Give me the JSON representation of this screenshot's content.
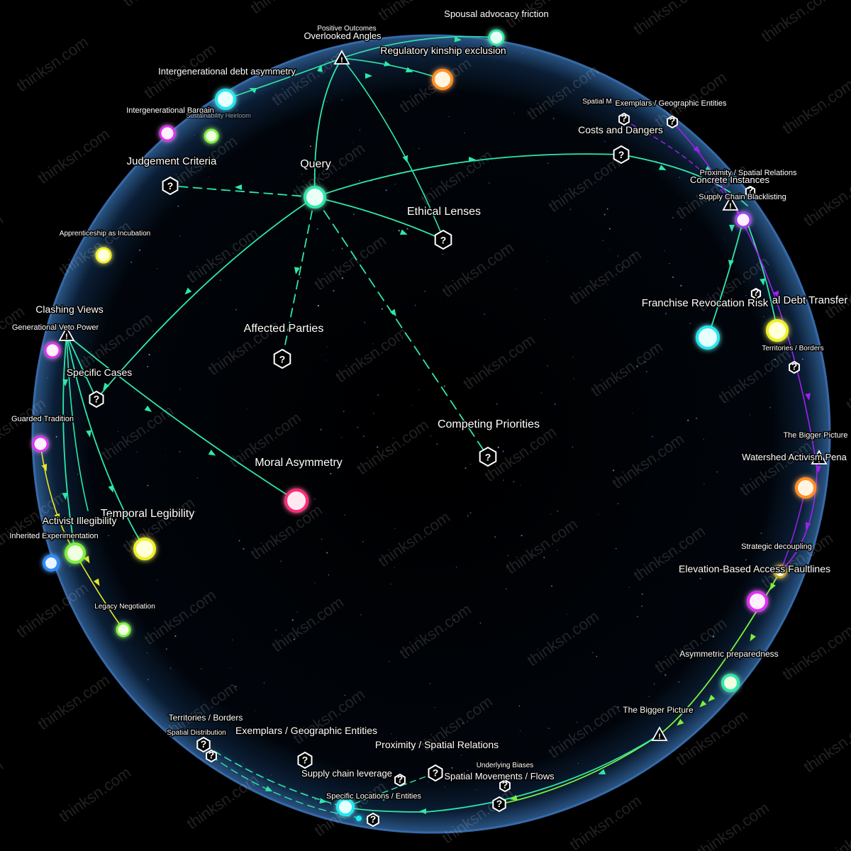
{
  "watermark": "thinksn.com",
  "colors": {
    "background": "#000000",
    "sphere_edge": "#3a6fb0",
    "link_cyan": "#2ee8a8",
    "link_purple": "#a020f0",
    "link_yellow": "#e8e820",
    "link_green": "#7cf03a"
  },
  "labels": {
    "query": "Query",
    "judgement_criteria": "Judgement Criteria",
    "ethical_lenses": "Ethical Lenses",
    "affected_parties": "Affected Parties",
    "competing_priorities": "Competing Priorities",
    "moral_asymmetry": "Moral Asymmetry",
    "clashing_views": "Clashing Views",
    "generational_veto_power": "Generational Veto Power",
    "specific_cases": "Specific Cases",
    "guarded_tradition": "Guarded Tradition",
    "temporal_legibility": "Temporal Legibility",
    "activist_illegibility": "Activist Illegibility",
    "inherited_experimentation": "Inherited Experimentation",
    "legacy_negotiation": "Legacy Negotiation",
    "apprenticeship_as_incubation": "Apprenticeship as Incubation",
    "intergenerational_bargain": "Intergenerational Bargain",
    "sustainability_heirloom": "Sustainability Heirloom",
    "intergenerational_debt_asymmetry": "Intergenerational debt asymmetry",
    "positive_outcomes": "Positive Outcomes",
    "overlooked_angles": "Overlooked Angles",
    "spousal_advocacy_friction": "Spousal advocacy friction",
    "regulatory_kinship_exclusion": "Regulatory kinship exclusion",
    "spatial_m": "Spatial M",
    "exemplars_geographic_top": "Exemplars / Geographic Entities",
    "costs_and_dangers": "Costs and Dangers",
    "proximity_spatial_relations_top": "Proximity / Spatial Relations",
    "concrete_instances": "Concrete Instances",
    "supply_chain_blacklisting": "Supply Chain Blacklisting",
    "franchise_revocation_risk": "Franchise Revocation Risk",
    "debt_transfer": "al Debt Transfer",
    "territories_borders_right": "Territories / Borders",
    "the_bigger_picture_right": "The Bigger Picture",
    "watershed_activism": "Watershed Activism Pena",
    "strategic_decoupling": "Strategic decoupling",
    "elevation_access": "Elevation-Based Access Faultlines",
    "asymmetric_preparedness": "Asymmetric preparedness",
    "the_bigger_picture_bottom": "The Bigger Picture",
    "territories_borders_bottom": "Territories / Borders",
    "spatial_distribution": "Spatial Distribution",
    "exemplars_geographic_bottom": "Exemplars / Geographic Entities",
    "proximity_spatial_relations_bottom": "Proximity / Spatial Relations",
    "supply_chain_leverage": "Supply chain leverage",
    "specific_locations": "Specific Locations / Entities",
    "underlying_biases": "Underlying Biases",
    "spatial_movements": "Spatial Movements / Flows"
  },
  "icons": {
    "question_hex": "?",
    "warning_triangle": "!"
  }
}
